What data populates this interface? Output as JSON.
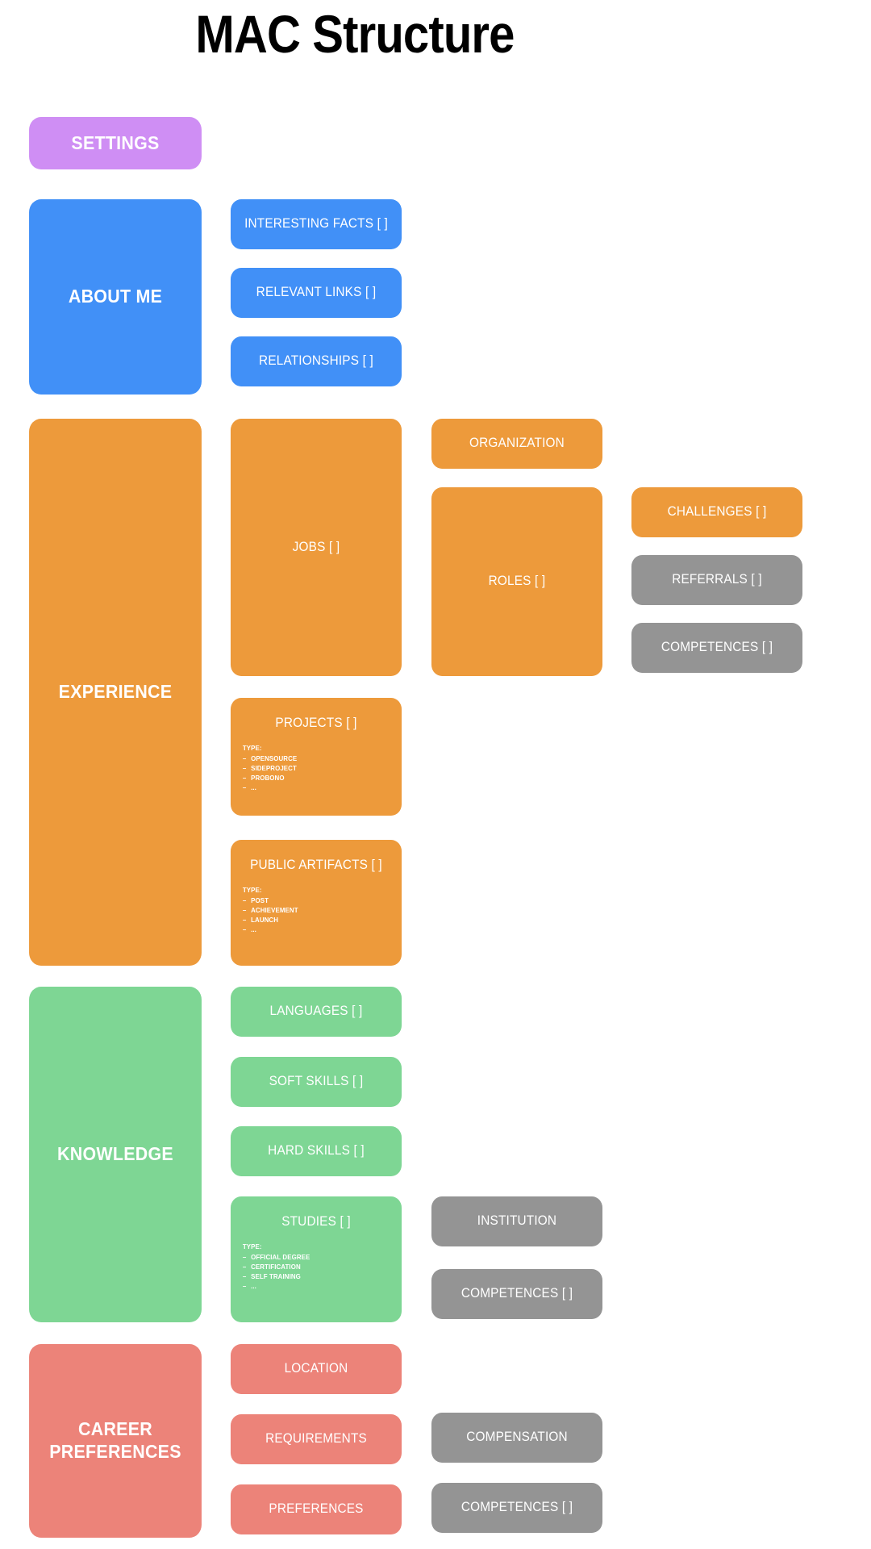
{
  "page": {
    "title": "MAC Structure"
  },
  "colors": {
    "settings": "#cf8ef4",
    "about": "#4190f7",
    "experience": "#ed9a3b",
    "knowledge": "#7ed694",
    "career": "#ec8379",
    "secondary": "#949494",
    "background": "#ffffff",
    "text": "#ffffff",
    "title": "#000000"
  },
  "nodes": {
    "settings": "SETTINGS",
    "about_me": "ABOUT ME",
    "interesting_facts": "INTERESTING FACTS [ ]",
    "relevant_links": "RELEVANT LINKS [ ]",
    "relationships": "RELATIONSHIPS [ ]",
    "experience": "EXPERIENCE",
    "jobs": "JOBS [ ]",
    "organization": "ORGANIZATION",
    "roles": "ROLES [ ]",
    "challenges": "CHALLENGES [ ]",
    "referrals": "REFERRALS [ ]",
    "competences_experience": "COMPETENCES [ ]",
    "projects": "PROJECTS [ ]",
    "public_artifacts": "PUBLIC ARTIFACTS [ ]",
    "knowledge": "KNOWLEDGE",
    "languages": "LANGUAGES [ ]",
    "soft_skills": "SOFT SKILLS [ ]",
    "hard_skills": "HARD SKILLS [ ]",
    "studies": "STUDIES [ ]",
    "institution": "INSTITUTION",
    "competences_knowledge": "COMPETENCES [ ]",
    "career_preferences": "CAREER PREFERENCES",
    "location": "LOCATION",
    "requirements": "REQUIREMENTS",
    "preferences": "PREFERENCES",
    "compensation": "COMPENSATION",
    "competences_career": "COMPETENCES [ ]"
  },
  "type_lists": {
    "projects": {
      "heading": "TYPE:",
      "items": [
        "OPENSOURCE",
        "SIDEPROJECT",
        "PROBONO",
        "..."
      ]
    },
    "public_artifacts": {
      "heading": "TYPE:",
      "items": [
        "POST",
        "ACHIEVEMENT",
        "LAUNCH",
        "..."
      ]
    },
    "studies": {
      "heading": "TYPE:",
      "items": [
        "OFFICIAL DEGREE",
        "CERTIFICATION",
        "SELF TRAINING",
        "..."
      ]
    }
  }
}
